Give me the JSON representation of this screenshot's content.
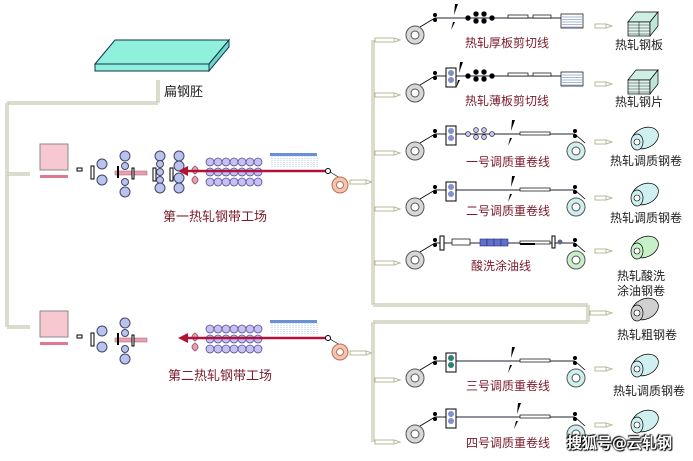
{
  "slab": {
    "label": "扁钢胚"
  },
  "mills": [
    {
      "label": "第一热轧钢带工场"
    },
    {
      "label": "第二热轧钢带工场"
    }
  ],
  "lines": [
    {
      "label": "热轧厚板剪切线",
      "product": "热轧钢板",
      "product_type": "sheet-stack"
    },
    {
      "label": "热轧薄板剪切线",
      "product": "热轧钢片",
      "product_type": "sheet-stack"
    },
    {
      "label": "一号调质重卷线",
      "product": "热轧调质钢卷",
      "product_type": "coil"
    },
    {
      "label": "二号调质重卷线",
      "product": "热轧调质钢卷",
      "product_type": "coil"
    },
    {
      "label": "酸洗涂油线",
      "product": "热轧酸洗涂油钢卷",
      "product_lines": [
        "热轧酸洗",
        "涂油钢卷"
      ],
      "product_type": "coil-green"
    },
    {
      "label": "",
      "product": "热轧粗钢卷",
      "product_type": "coil-gray"
    },
    {
      "label": "三号调质重卷线",
      "product": "热轧调质钢卷",
      "product_type": "coil"
    },
    {
      "label": "四号调质重卷线",
      "product": "热轧调质钢卷",
      "product_type": "coil"
    }
  ],
  "watermark": "搜狐号@云轧钢",
  "colors": {
    "slab": "#8ff0dc",
    "roll": "#b8c4ee",
    "flow_arrow": "#b0123a",
    "coil_input": "#f2c4b4",
    "coil_product": "#cfeff0",
    "coil_green": "#c8f0c8",
    "connector": "#b8b89a",
    "label_red": "#7a1a2a"
  }
}
